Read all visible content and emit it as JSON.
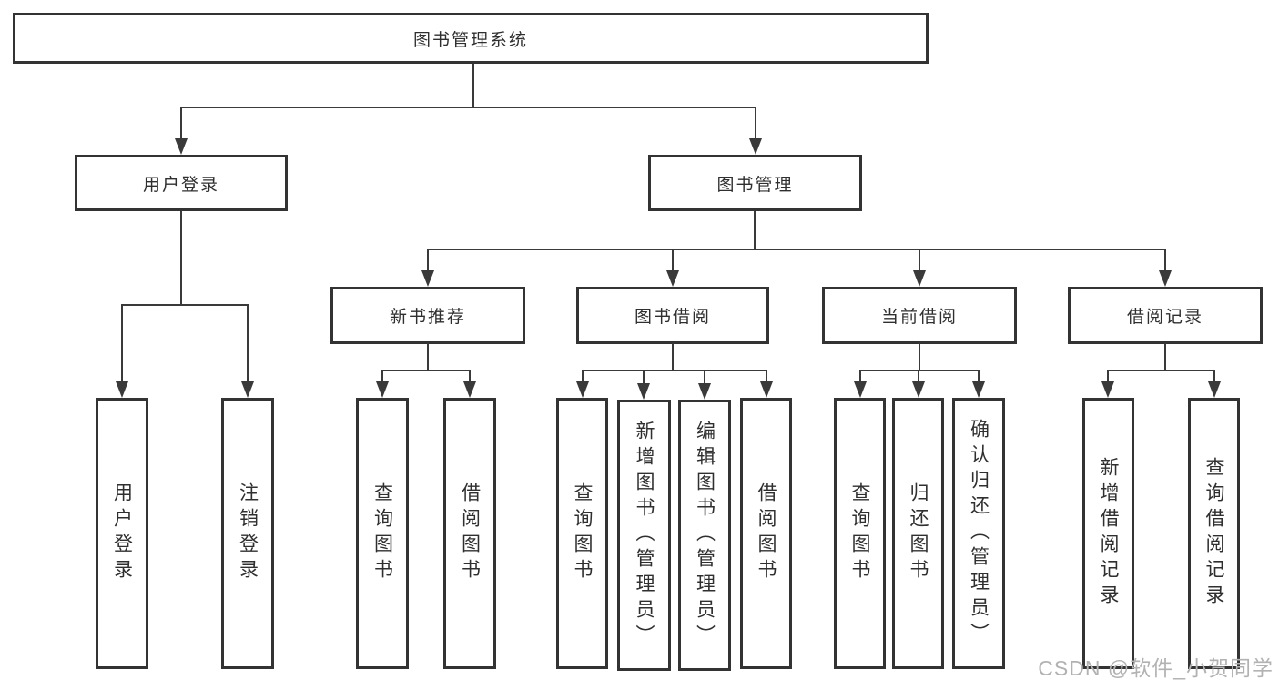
{
  "diagram_title": "图书管理系统",
  "nodes": {
    "root": {
      "label": "图书管理系统"
    },
    "user_login": {
      "label": "用户登录"
    },
    "book_mgmt": {
      "label": "图书管理"
    },
    "new_books": {
      "label": "新书推荐"
    },
    "book_borrow": {
      "label": "图书借阅"
    },
    "current_borrow": {
      "label": "当前借阅"
    },
    "borrow_records": {
      "label": "借阅记录"
    },
    "leaf_user_login": {
      "label": "用户登录"
    },
    "leaf_logout": {
      "label": "注销登录"
    },
    "leaf_query_books_nb": {
      "label": "查询图书"
    },
    "leaf_borrow_books_nb": {
      "label": "借阅图书"
    },
    "leaf_query_books_bb": {
      "label": "查询图书"
    },
    "leaf_add_books": {
      "label": "新增图书（管理员）"
    },
    "leaf_edit_books": {
      "label": "编辑图书（管理员）"
    },
    "leaf_borrow_books_bb": {
      "label": "借阅图书"
    },
    "leaf_query_books_cb": {
      "label": "查询图书"
    },
    "leaf_return_books": {
      "label": "归还图书"
    },
    "leaf_confirm_return": {
      "label": "确认归还（管理员）"
    },
    "leaf_add_record": {
      "label": "新增借阅记录"
    },
    "leaf_query_record": {
      "label": "查询借阅记录"
    }
  },
  "watermark": {
    "text": "CSDN @软件_小贺同学"
  },
  "colors": {
    "line": "#3a3a3a",
    "border": "#333333",
    "text": "#2f2f2f",
    "watermark": "#b2b2b2",
    "background": "#ffffff"
  }
}
